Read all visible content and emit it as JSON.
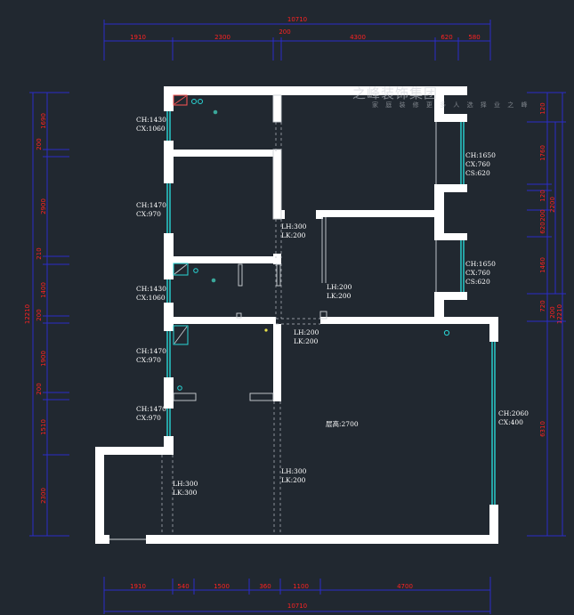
{
  "watermark": {
    "brand": "之峰装饰集团",
    "tagline": "家 庭 装 修  更 多 人 选 择 业 之 峰"
  },
  "dimensions": {
    "top_total": "10710",
    "top": [
      "1910",
      "2300",
      "200",
      "4300",
      "620",
      "580"
    ],
    "bottom_total": "10710",
    "bottom": [
      "1910",
      "540",
      "1500",
      "360",
      "1100",
      "4700"
    ],
    "left_total": "12210",
    "left": [
      "1690",
      "200",
      "2900",
      "210",
      "1400",
      "200",
      "1900",
      "200",
      "1510",
      "2300"
    ],
    "right_total": "12210",
    "right": [
      "120",
      "1760",
      "120",
      "200",
      "620",
      "1460",
      "720",
      "200",
      "6310"
    ],
    "right_inner": "2200"
  },
  "annotations": {
    "w1": [
      "CH:1430",
      "CX:1060"
    ],
    "w2": [
      "CH:1470",
      "CX:970"
    ],
    "w3": [
      "CH:1430",
      "CX:1060"
    ],
    "w4": [
      "CH:1470",
      "CX:970"
    ],
    "w5": [
      "CH:1470",
      "CX:970"
    ],
    "w6": [
      "CH:1650",
      "CX:760",
      "CS:620"
    ],
    "w7": [
      "CH:1650",
      "CX:760",
      "CS:620"
    ],
    "w8": [
      "CH:2060",
      "CX:400"
    ],
    "b1": [
      "LH:300",
      "LK:200"
    ],
    "b2": [
      "LH:200",
      "LK:200"
    ],
    "b3": [
      "LH:200",
      "LK:200"
    ],
    "b4": [
      "LH:300",
      "LK:300"
    ],
    "b5": [
      "LH:300",
      "LK:200"
    ],
    "height": "层高:2700"
  },
  "colors": {
    "background": "#212830",
    "wall": "#ffffff",
    "dimension": "#2a2cc9",
    "dimension_text": "#ff2222",
    "window": "#29d6d6",
    "fixture": "#ff5555"
  }
}
